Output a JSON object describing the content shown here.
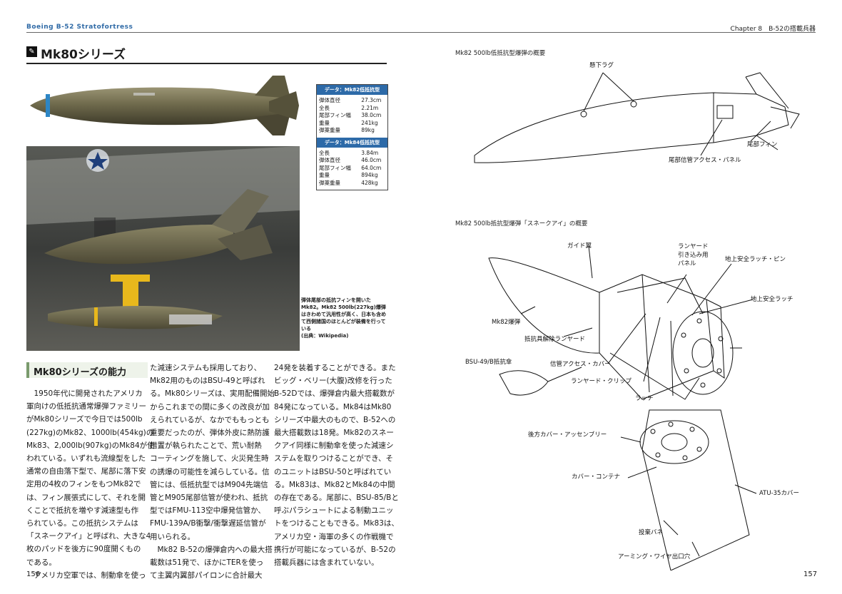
{
  "header": {
    "left": "Boeing B-52 Stratofortress",
    "right": "Chapter 8　B-52の搭載兵器"
  },
  "title": "Mk80シリーズ",
  "data_boxes": [
    {
      "heading": "データ：Mk82低抵抗型",
      "rows": [
        {
          "k": "弾体直径",
          "v": "27.3cm"
        },
        {
          "k": "全長",
          "v": "2.21m"
        },
        {
          "k": "尾部フィン幅",
          "v": "38.0cm"
        },
        {
          "k": "重量",
          "v": "241kg"
        },
        {
          "k": "弾薬重量",
          "v": "89kg"
        }
      ]
    },
    {
      "heading": "データ：Mk84低抵抗型",
      "rows": [
        {
          "k": "全長",
          "v": "3.84m"
        },
        {
          "k": "弾体直径",
          "v": "46.0cm"
        },
        {
          "k": "尾部フィン幅",
          "v": "64.0cm"
        },
        {
          "k": "重量",
          "v": "894kg"
        },
        {
          "k": "弾薬重量",
          "v": "428kg"
        }
      ]
    }
  ],
  "photo_caption": "弾体尾部の抵抗フィンを開いたMk82。Mk82 500lb(227kg)爆弾はきわめて汎用性が高く、日本も含めて西側諸国のほとんどが装備を行っている\n(出典：Wikipedia)",
  "section_title": "Mk80シリーズの能力",
  "body_columns": [
    "　1950年代に開発されたアメリカ\n軍向けの低抵抗通常爆弾ファミリー\nがMk80シリーズで今日では500lb\n(227kg)のMk82、1000lb(454kg)の\nMk83、2,000lb(907kg)のMk84が使\nわれている。いずれも流線型をした\n通常の自由落下型で、尾部に落下安\n定用の4枚のフィンをもつMk82で\nは、フィン展張式にして、それを開\nくことで抵抗を増やす減速型も作\nられている。この抵抗システムは\n「スネークアイ」と呼ばれ、大きな4\n枚のパッドを後方に90度開くもの\nである。\n　アメリカ空軍では、制動傘を使っ",
    "た減速システムも採用しており、\nMk82用のものはBSU-49と呼ばれ\nる。Mk80シリーズは、実用配備開始\nからこれまでの間に多くの改良が加\nえられているが、なかでももっとも\n重要だったのが、弾体外皮に熱防護\n措置が執られたことで、荒い耐熱\nコーティングを施して、火災発生時\nの誘爆の可能性を減らしている。信\n管には、低抵抗型ではM904先端信\n管とM905尾部信管が使われ、抵抗\n型ではFMU-113空中爆発信管か、\nFMU-139A/B衝撃/衝撃遅延信管が\n用いられる。\n　Mk82 B-52の爆弾倉内への最大搭\n載数は51発で、ほかにTERを使っ\nて主翼内翼部パイロンに合計最大",
    "24発を装着することができる。また\nビッグ・ベリー(大腹)改修を行った\nB-52Dでは、爆弾倉内最大搭載数が\n84発になっている。Mk84はMk80\nシリーズ中最大のもので、B-52への\n最大搭載数は18発。Mk82のスネー\nクアイ同様に制動傘を使った減速シ\nステムを取りつけることができ、そ\nのユニットはBSU-50と呼ばれてい\nる。Mk83は、Mk82とMk84の中間\nの存在である。尾部に、BSU-85/Bと\n呼ぶパラシュートによる制動ユニッ\nトをつけることもできる。Mk83は、\nアメリカ空・海軍の多くの作戦機で\n携行が可能になっているが、B-52の\n搭載兵器には含まれていない。"
  ],
  "page_left": "156",
  "page_right": "157",
  "diagram1": {
    "title": "Mk82 500lb低抵抗型爆弾の概要",
    "labels": {
      "lug": "懸下ラグ",
      "fin": "尾部フィン",
      "fuze_panel": "尾部信管アクセス・パネル"
    }
  },
  "diagram2": {
    "title": "Mk82 500lb抵抗型爆弾「スネークアイ」の概要",
    "labels": {
      "guide": "ガイド翼",
      "lanyard_panel": "ランヤード\n引き込み用\nパネル",
      "ground_pin": "地上安全ラッチ・ピン",
      "ground_latch": "地上安全ラッチ",
      "mk82": "Mk82爆弾",
      "release_lanyard": "抵抗具解除ランヤード",
      "bsu": "BSU-49/B抵抗傘",
      "fuze_cover": "信管アクセス・カバー",
      "clip": "ランヤード・クリップ",
      "latch": "ラッチ",
      "rear_cover": "後方カバー・アッセンブリー",
      "container": "カバー・コンテナ",
      "atu": "ATU-35カバー",
      "spring": "投棄バネ",
      "arming": "アーミング・ワイヤ出口穴"
    }
  },
  "colors": {
    "accent_blue": "#2d6aa8",
    "bomb_olive": "#6f6a4c",
    "section_green": "#7a9b6d"
  }
}
